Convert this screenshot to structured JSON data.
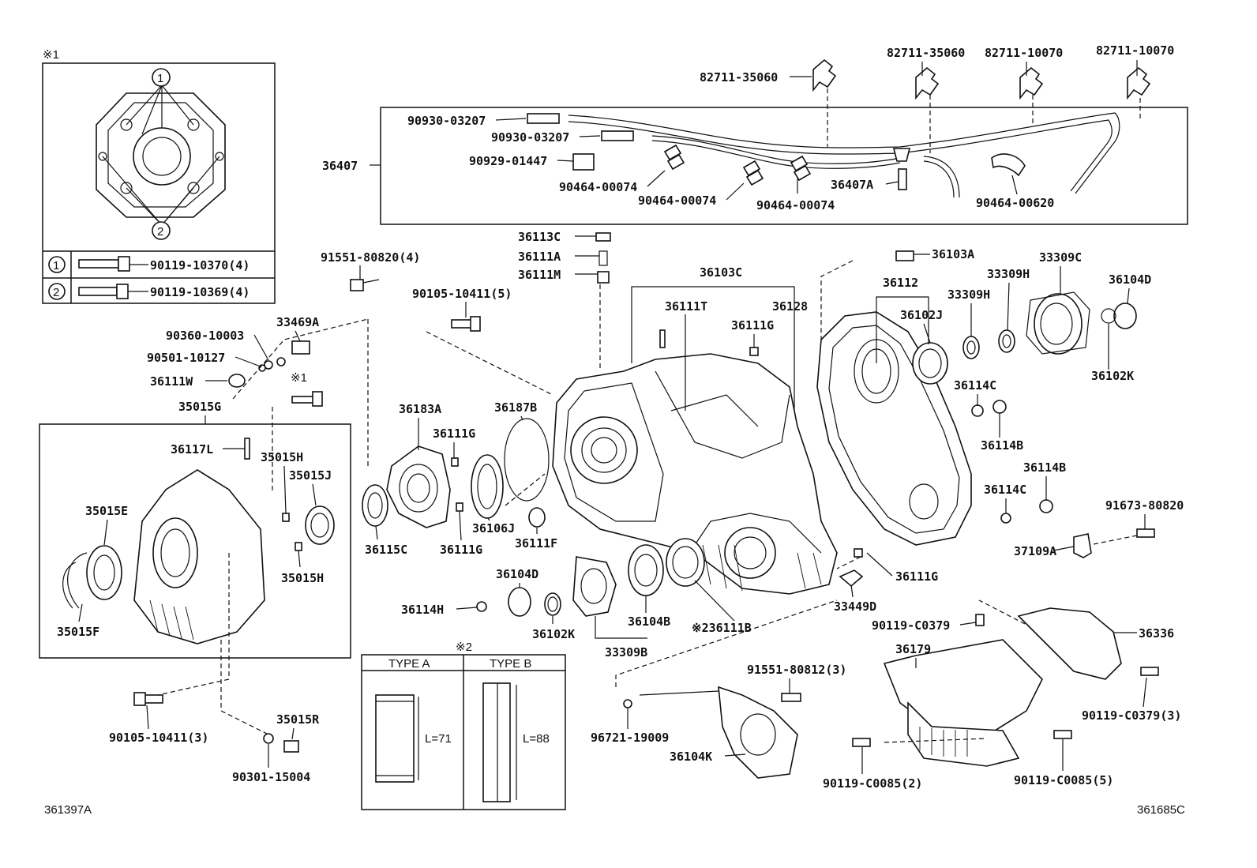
{
  "inset": {
    "marker": "※1",
    "callout_1": "1",
    "callout_2": "2",
    "row_1_part": "90119-10370(4)",
    "row_2_part": "90119-10369(4)"
  },
  "type_box": {
    "marker": "※2",
    "type_a": "TYPE A",
    "type_b": "TYPE B",
    "length_a": "L=71",
    "length_b": "L=88"
  },
  "labels": {
    "p82711_35060_a": "82711-35060",
    "p82711_35060_b": "82711-35060",
    "p82711_10070_a": "82711-10070",
    "p82711_10070_b": "82711-10070",
    "p90930_03207_a": "90930-03207",
    "p90930_03207_b": "90930-03207",
    "p90929_01447": "90929-01447",
    "p36407": "36407",
    "p90464_00074_a": "90464-00074",
    "p90464_00074_b": "90464-00074",
    "p90464_00074_c": "90464-00074",
    "p36407A": "36407A",
    "p90464_00620": "90464-00620",
    "p36113C": "36113C",
    "p36111A": "36111A",
    "p36111M": "36111M",
    "p91551_80820": "91551-80820(4)",
    "p90105_10411_5": "90105-10411(5)",
    "p36103C": "36103C",
    "p36111T": "36111T",
    "p36128": "36128",
    "p36111G_top": "36111G",
    "p36103A": "36103A",
    "p36112": "36112",
    "p33309C": "33309C",
    "p33309H_a": "33309H",
    "p33309H_b": "33309H",
    "p36104D_r": "36104D",
    "p36102J": "36102J",
    "p36102K_r": "36102K",
    "p90360_10003": "90360-10003",
    "p33469A": "33469A",
    "p90501_10127": "90501-10127",
    "p36111W": "36111W",
    "p_marker1": "※1",
    "p35015G": "35015G",
    "p36183A": "36183A",
    "p36187B": "36187B",
    "p36111G_mid": "36111G",
    "p36114C_a": "36114C",
    "p36114B_a": "36114B",
    "p36114B_b": "36114B",
    "p36114C_b": "36114C",
    "p91673_80820": "91673-80820",
    "p37109A": "37109A",
    "p36117L": "36117L",
    "p35015H_a": "35015H",
    "p35015J": "35015J",
    "p35015E": "35015E",
    "p35015H_b": "35015H",
    "p35015F": "35015F",
    "p36115C": "36115C",
    "p36106J": "36106J",
    "p36111F": "36111F",
    "p36111G_low": "36111G",
    "p36104D_l": "36104D",
    "p36114H": "36114H",
    "p36102K_l": "36102K",
    "p36104B": "36104B",
    "p33309B": "33309B",
    "p36111B": "※236111B",
    "p33449D": "33449D",
    "p36111G_right": "36111G",
    "p90119_C0379_a": "90119-C0379",
    "p36336": "36336",
    "p36179": "36179",
    "p91551_80812": "91551-80812(3)",
    "p90119_C0379_3": "90119-C0379(3)",
    "p90105_10411_3": "90105-10411(3)",
    "p35015R": "35015R",
    "p90301_15004": "90301-15004",
    "p96721_19009": "96721-19009",
    "p36104K": "36104K",
    "p90119_C0085_2": "90119-C0085(2)",
    "p90119_C0085_5": "90119-C0085(5)"
  },
  "footer": {
    "left_code": "361397A",
    "right_code": "361685C"
  }
}
